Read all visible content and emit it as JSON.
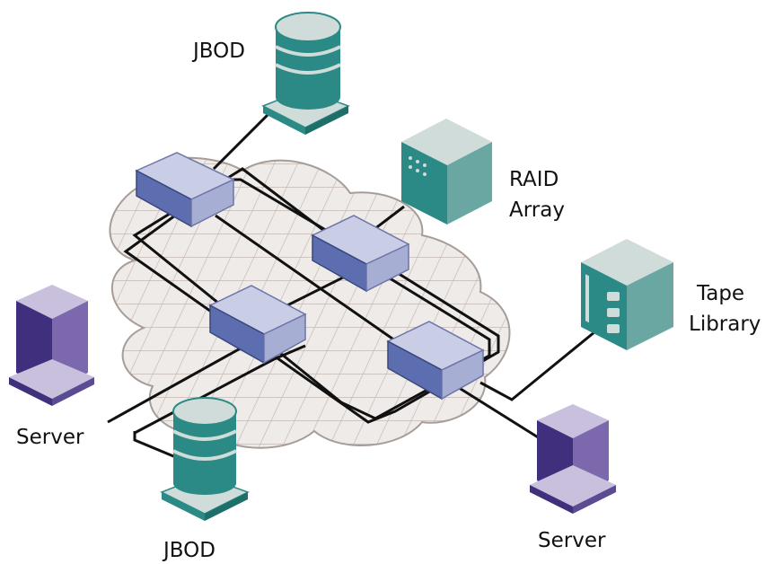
{
  "labels": {
    "jbod_top": "JBOD",
    "raid_line1": "RAID",
    "raid_line2": "Array",
    "tape_line1": "Tape",
    "tape_line2": "Library",
    "server_left": "Server",
    "jbod_bottom": "JBOD",
    "server_right": "Server"
  },
  "colors": {
    "cloud_fill": "#ede8e6",
    "cloud_grid": "#c8bdb8",
    "switch_top": "#c9cde6",
    "switch_side": "#a7aed4",
    "switch_front": "#5c6eaf",
    "disk_teal": "#2b8a85",
    "disk_light": "#cfdcd9",
    "server_purple": "#3f2f7d",
    "server_lavender": "#c9c0de",
    "cable": "#111111"
  }
}
